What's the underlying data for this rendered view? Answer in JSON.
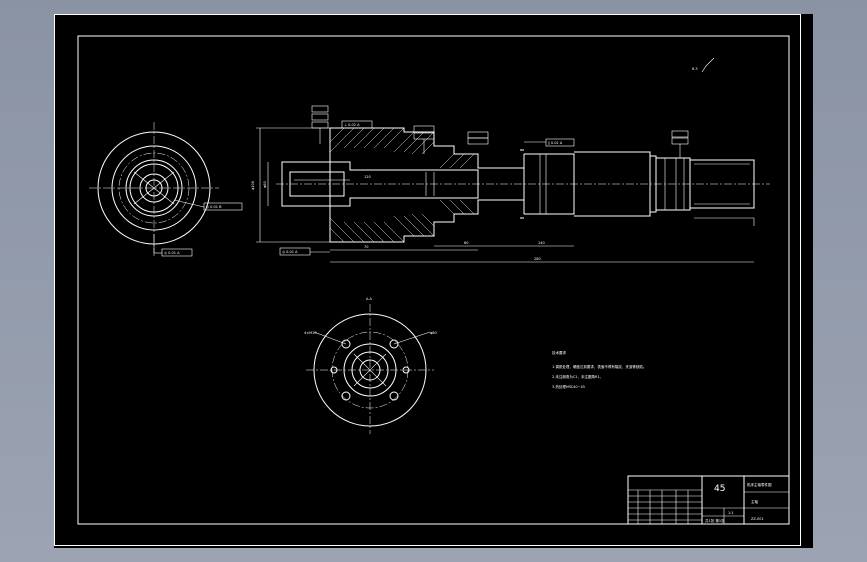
{
  "drawing": {
    "roughness": "6.3",
    "notes_title": "技术要求",
    "notes": [
      "1.调质处理，硬度达到要求，表面不得有裂纹、夹渣等缺陷。",
      "2.未注倒角为C1，未注圆角R1。",
      "3.热处理HRC40~45"
    ],
    "section_label": "A-A",
    "callouts": [
      "⊥ 0.02 A",
      "◎ 0.01 B",
      "∥ 0.02 A",
      "◎ 0.01 A"
    ],
    "dims": [
      "120",
      "70",
      "140",
      "280",
      "60",
      "4×M10",
      "φ60",
      "φ100",
      "φ80"
    ],
    "title_block": {
      "material": "45",
      "title": "机床主轴零件图",
      "part": "主轴",
      "drawing_no": "ZZ-001",
      "scale": "1:1",
      "sheet": "共1张 第1张"
    }
  }
}
